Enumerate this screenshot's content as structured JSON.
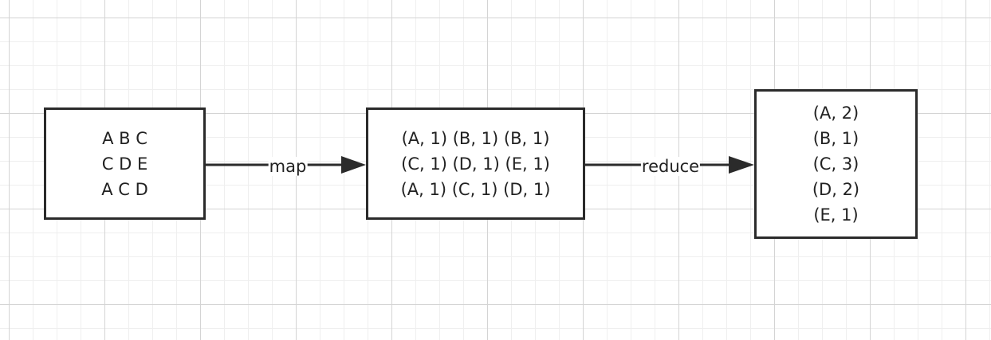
{
  "nodes": {
    "input": {
      "lines": [
        "A B C",
        "C D E",
        "A C D"
      ]
    },
    "mapped": {
      "lines": [
        "(A, 1) (B, 1) (B, 1)",
        "(C, 1) (D, 1) (E, 1)",
        "(A, 1) (C, 1) (D, 1)"
      ]
    },
    "reduced": {
      "lines": [
        "(A, 2)",
        "(B, 1)",
        "(C, 3)",
        "(D, 2)",
        "(E, 1)"
      ]
    }
  },
  "edges": {
    "map": {
      "label": "map"
    },
    "reduce": {
      "label": "reduce"
    }
  }
}
